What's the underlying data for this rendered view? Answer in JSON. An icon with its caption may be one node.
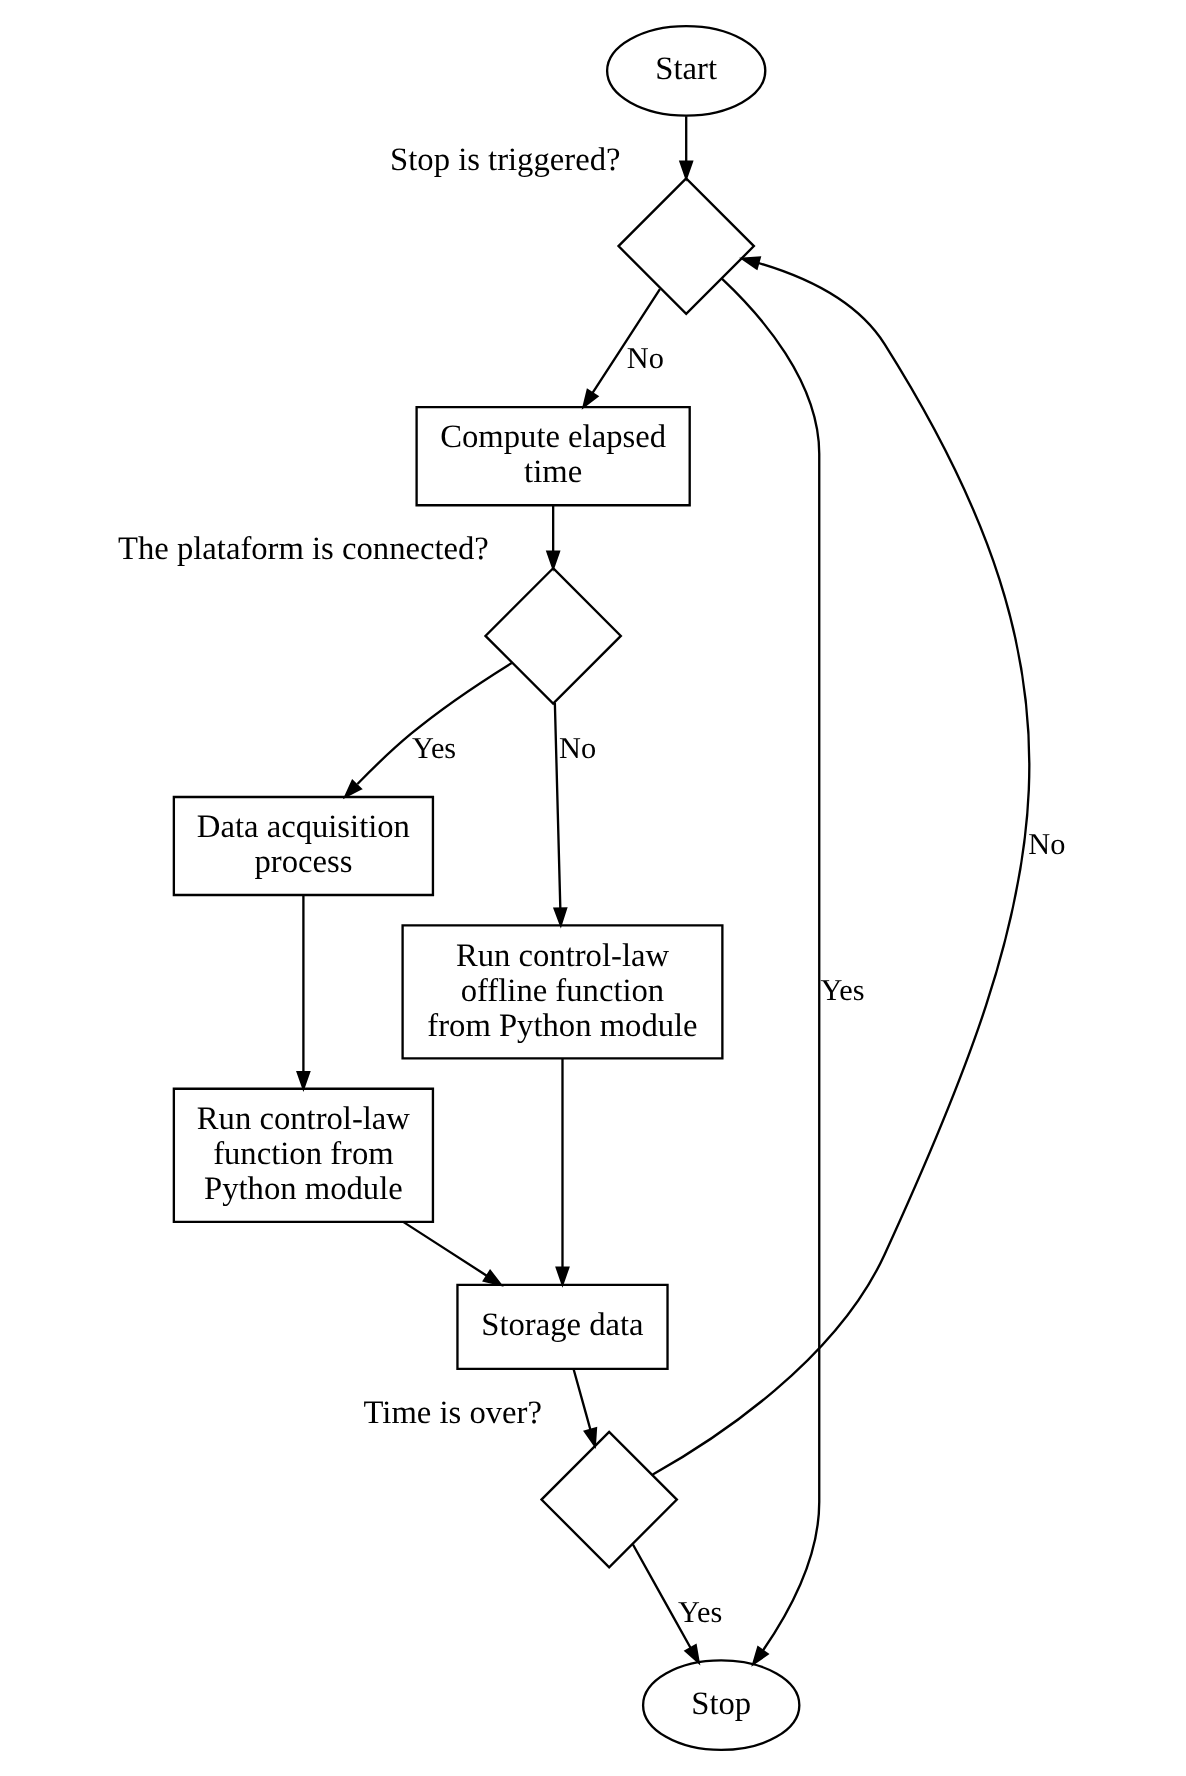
{
  "diagram": {
    "nodes": [
      {
        "text": [
          "Start"
        ]
      },
      {
        "text": [],
        "shape": "diamond",
        "beside": [
          "Stop is triggered?"
        ]
      },
      {
        "text": [
          "Compute elapsed time"
        ]
      },
      {
        "text": [],
        "shape": "diamond",
        "beside": [
          "The plataform is connected?"
        ]
      },
      {
        "text": [
          "Data acquisition process"
        ]
      },
      {
        "text": [
          "Run control-law function from Python module"
        ]
      },
      {
        "text": [
          "Run control-law offline function from Python module"
        ]
      },
      {
        "text": [
          "Storage data"
        ]
      },
      {
        "text": [],
        "shape": "diamond",
        "beside": [
          "Time is over?"
        ]
      },
      {
        "text": [
          "Stop"
        ]
      }
    ],
    "edges": [
      {
        "from": 0,
        "to": 1,
        "arrow": "to"
      },
      {
        "from": 1,
        "to": 2,
        "arrow": "to",
        "label": "No"
      },
      {
        "from": 1,
        "to": 9,
        "arrow": "to",
        "label": "Yes"
      },
      {
        "from": 2,
        "to": 3,
        "arrow": "to"
      },
      {
        "from": 3,
        "to": 4,
        "arrow": "to",
        "label": "Yes"
      },
      {
        "from": 3,
        "to": 6,
        "arrow": "to",
        "label": "No"
      },
      {
        "from": 4,
        "to": 5,
        "arrow": "to"
      },
      {
        "from": 5,
        "to": 7,
        "arrow": "to"
      },
      {
        "from": 6,
        "to": 7,
        "arrow": "to"
      },
      {
        "from": 7,
        "to": 8,
        "arrow": "to"
      },
      {
        "from": 8,
        "to": 1,
        "arrow": "to",
        "label": "No"
      },
      {
        "from": 8,
        "to": 9,
        "arrow": "to",
        "label": "Yes"
      }
    ]
  }
}
